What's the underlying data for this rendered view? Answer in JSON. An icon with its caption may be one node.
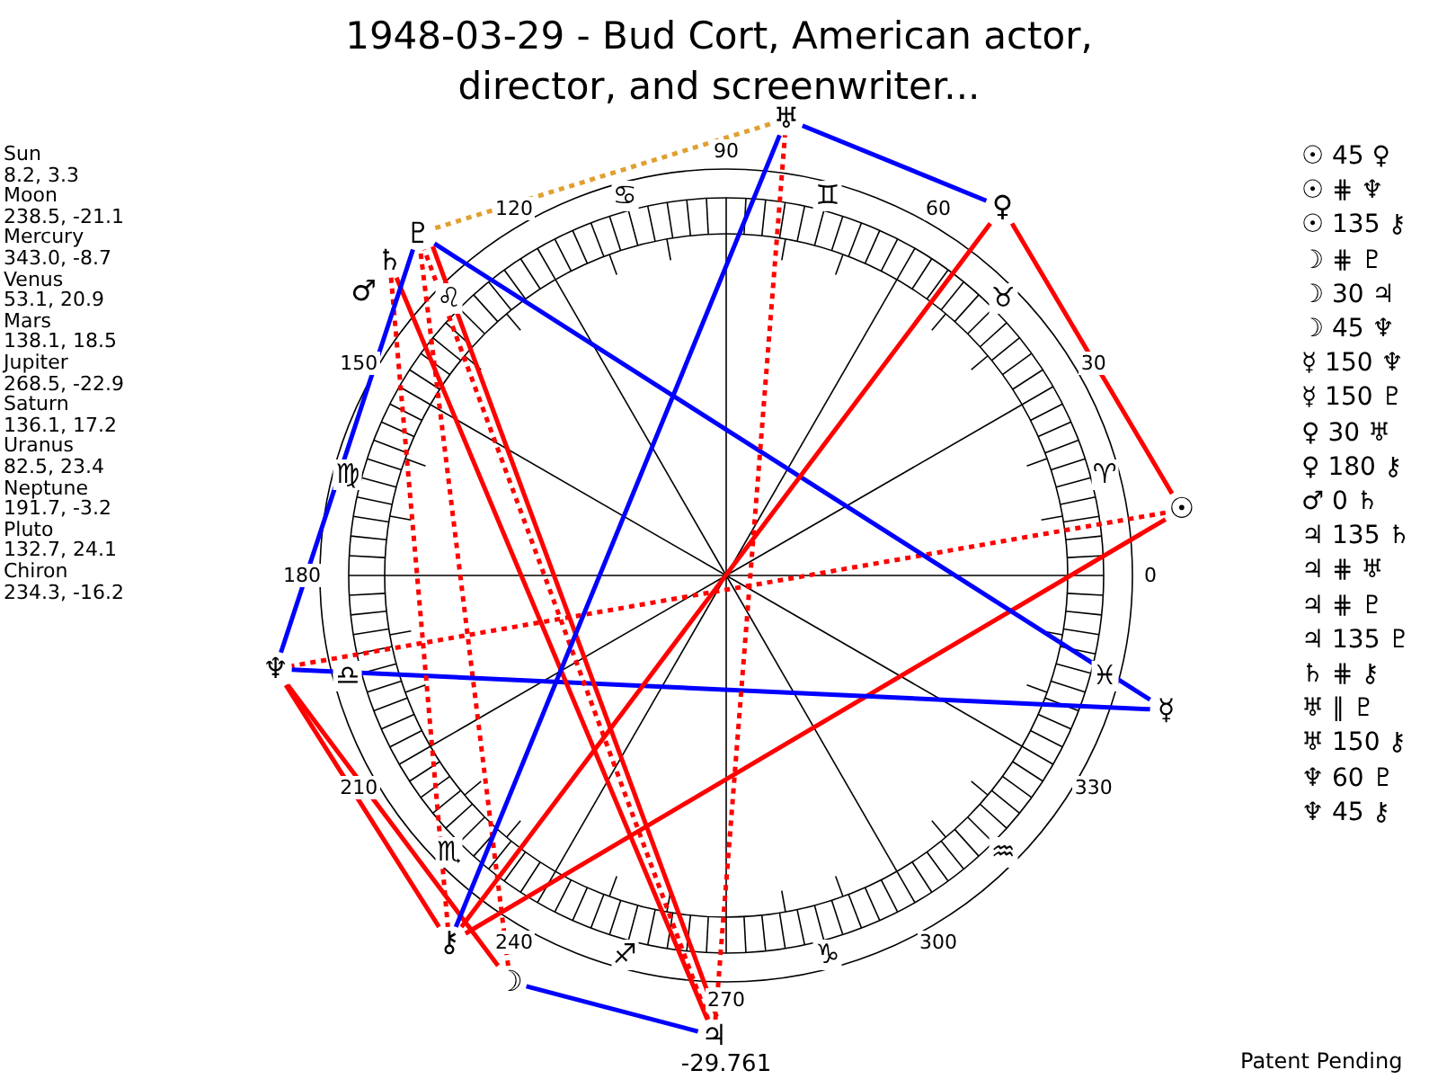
{
  "diagram": {
    "title": "1948-03-29 - Bud Cort, American actor, director, and screenwriter...",
    "nodes": [
      {
        "text": [
          "☉"
        ]
      },
      {
        "text": [
          "☽"
        ]
      },
      {
        "text": [
          "☿"
        ]
      },
      {
        "text": [
          "♀"
        ]
      },
      {
        "text": [
          "♂"
        ]
      },
      {
        "text": [
          "♃"
        ]
      },
      {
        "text": [
          "♄"
        ]
      },
      {
        "text": [
          "♅"
        ]
      },
      {
        "text": [
          "♆"
        ]
      },
      {
        "text": [
          "♇"
        ]
      },
      {
        "text": [
          "⚷"
        ]
      }
    ],
    "edges": [
      {
        "from": 0,
        "to": 3,
        "arrow": "none"
      },
      {
        "from": 0,
        "to": 8,
        "arrow": "none",
        "style": "dashed"
      },
      {
        "from": 0,
        "to": 10,
        "arrow": "none"
      },
      {
        "from": 1,
        "to": 9,
        "arrow": "none",
        "style": "dashed"
      },
      {
        "from": 1,
        "to": 5,
        "arrow": "none",
        "color": "#0000ff"
      },
      {
        "from": 1,
        "to": 8,
        "arrow": "none"
      },
      {
        "from": 2,
        "to": 8,
        "arrow": "none",
        "color": "#0000ff"
      },
      {
        "from": 2,
        "to": 9,
        "arrow": "none",
        "color": "#0000ff"
      },
      {
        "from": 3,
        "to": 7,
        "arrow": "none",
        "color": "#0000ff"
      },
      {
        "from": 3,
        "to": 10,
        "arrow": "none"
      },
      {
        "from": 5,
        "to": 6,
        "arrow": "none"
      },
      {
        "from": 5,
        "to": 7,
        "arrow": "none",
        "style": "dashed"
      },
      {
        "from": 5,
        "to": 9,
        "arrow": "none",
        "style": "dashed"
      },
      {
        "from": 5,
        "to": 9,
        "arrow": "none"
      },
      {
        "from": 6,
        "to": 10,
        "arrow": "none",
        "style": "dashed"
      },
      {
        "from": 7,
        "to": 9,
        "arrow": "none",
        "style": "dashed",
        "color": "#e0a030"
      },
      {
        "from": 7,
        "to": 10,
        "arrow": "none",
        "color": "#0000ff"
      },
      {
        "from": 8,
        "to": 9,
        "arrow": "none",
        "color": "#0000ff"
      },
      {
        "from": 8,
        "to": 10,
        "arrow": "none"
      }
    ],
    "labels": [
      "Sun",
      "8.2, 3.3",
      "Moon",
      "238.5, -21.1",
      "Mercury",
      "343.0, -8.7",
      "Venus",
      "53.1, 20.9",
      "Mars",
      "138.1, 18.5",
      "Jupiter",
      "268.5, -22.9",
      "Saturn",
      "136.1, 17.2",
      "Uranus",
      "82.5, 23.4",
      "Neptune",
      "191.7, -3.2",
      "Pluto",
      "132.7, 24.1",
      "Chiron",
      "234.3, -16.2",
      "90",
      "120",
      "60",
      "150",
      "30",
      "180",
      "0",
      "210",
      "330",
      "240",
      "300",
      "270",
      "♋",
      "♊",
      "♌",
      "♉",
      "♍",
      "♈",
      "♎",
      "♓",
      "♏",
      "♒",
      "♐",
      "♑",
      "☉ 45 ♀",
      "☉ ⋕ ♆",
      "☉ 135 ⚷",
      "☽ ⋕ ♇",
      "☽ 30 ♃",
      "☽ 45 ♆",
      "☿ 150 ♆",
      "☿ 150 ♇",
      "♀ 30 ♅",
      "♀ 180 ⚷",
      "♂ 0 ♄",
      "♃ 135 ♄",
      "♃ ⋕ ♅",
      "♃ ⋕ ♇",
      "♃ 135 ♇",
      "♄ ⋕ ⚷",
      "♅ ∥ ♇",
      "♅ 150 ⚷",
      "♆ 60 ♇",
      "♆ 45 ⚷",
      "-29.761",
      "Patent Pending"
    ]
  }
}
